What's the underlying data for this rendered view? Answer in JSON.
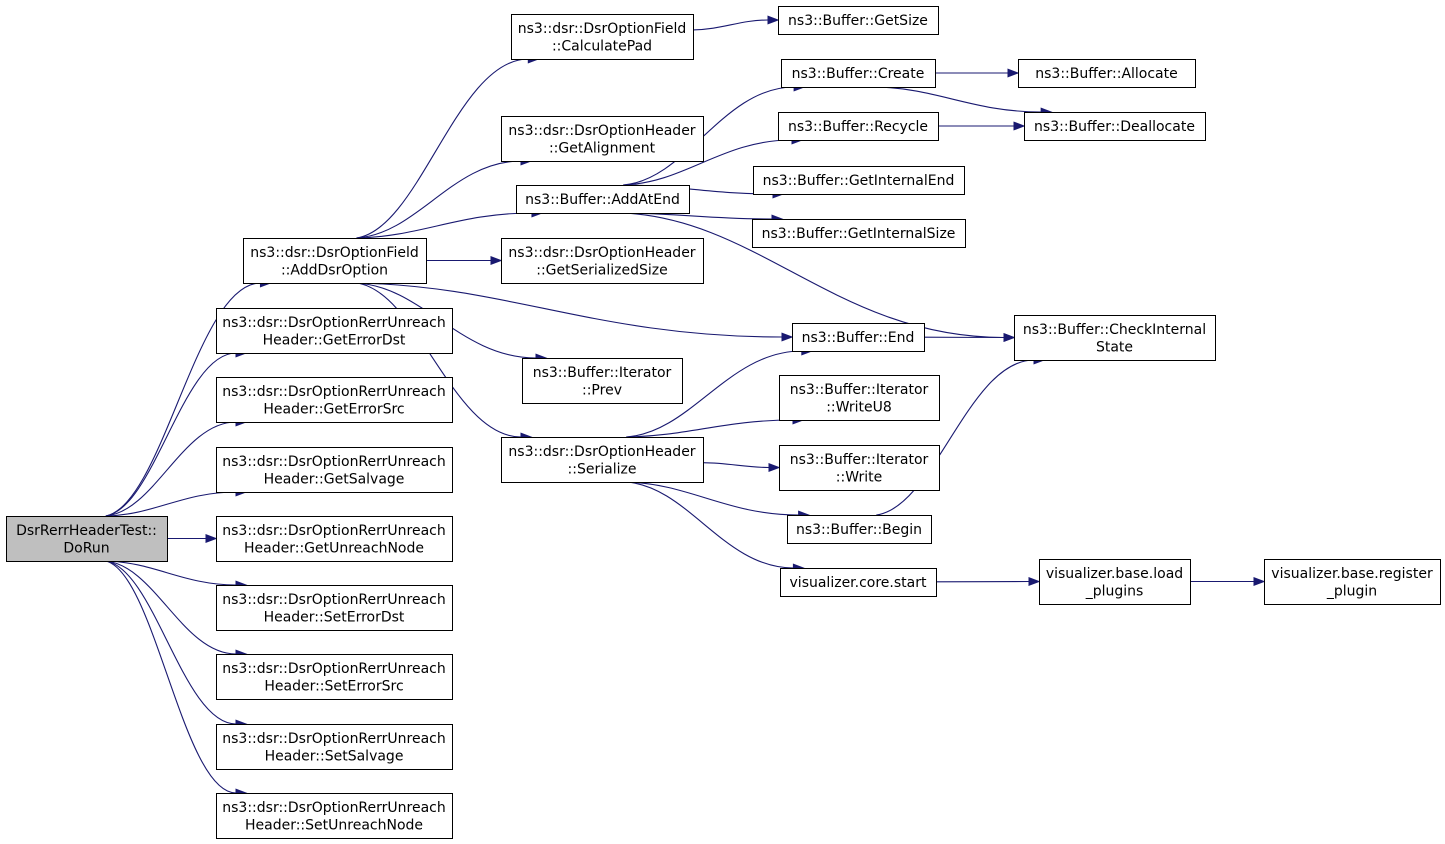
{
  "graph": {
    "colors": {
      "edge": "#191970",
      "node_border": "#000000",
      "node_fill": "#ffffff",
      "root_fill": "#bfbfbf",
      "background": "#ffffff"
    },
    "nodes": [
      {
        "id": "root",
        "lines": [
          "DsrRerrHeaderTest::",
          "DoRun"
        ],
        "root": true
      },
      {
        "id": "addDsrOption",
        "lines": [
          "ns3::dsr::DsrOptionField",
          "::AddDsrOption"
        ]
      },
      {
        "id": "getErrorDst",
        "lines": [
          "ns3::dsr::DsrOptionRerrUnreach",
          "Header::GetErrorDst"
        ]
      },
      {
        "id": "getErrorSrc",
        "lines": [
          "ns3::dsr::DsrOptionRerrUnreach",
          "Header::GetErrorSrc"
        ]
      },
      {
        "id": "getSalvage",
        "lines": [
          "ns3::dsr::DsrOptionRerrUnreach",
          "Header::GetSalvage"
        ]
      },
      {
        "id": "getUnreachNode",
        "lines": [
          "ns3::dsr::DsrOptionRerrUnreach",
          "Header::GetUnreachNode"
        ]
      },
      {
        "id": "setErrorDst",
        "lines": [
          "ns3::dsr::DsrOptionRerrUnreach",
          "Header::SetErrorDst"
        ]
      },
      {
        "id": "setErrorSrc",
        "lines": [
          "ns3::dsr::DsrOptionRerrUnreach",
          "Header::SetErrorSrc"
        ]
      },
      {
        "id": "setSalvage",
        "lines": [
          "ns3::dsr::DsrOptionRerrUnreach",
          "Header::SetSalvage"
        ]
      },
      {
        "id": "setUnreachNode",
        "lines": [
          "ns3::dsr::DsrOptionRerrUnreach",
          "Header::SetUnreachNode"
        ]
      },
      {
        "id": "calculatePad",
        "lines": [
          "ns3::dsr::DsrOptionField",
          "::CalculatePad"
        ]
      },
      {
        "id": "getAlignment",
        "lines": [
          "ns3::dsr::DsrOptionHeader",
          "::GetAlignment"
        ]
      },
      {
        "id": "addAtEnd",
        "lines": [
          "ns3::Buffer::AddAtEnd"
        ]
      },
      {
        "id": "getSerializedSize",
        "lines": [
          "ns3::dsr::DsrOptionHeader",
          "::GetSerializedSize"
        ]
      },
      {
        "id": "iterPrev",
        "lines": [
          "ns3::Buffer::Iterator",
          "::Prev"
        ]
      },
      {
        "id": "serialize",
        "lines": [
          "ns3::dsr::DsrOptionHeader",
          "::Serialize"
        ]
      },
      {
        "id": "getSize",
        "lines": [
          "ns3::Buffer::GetSize"
        ]
      },
      {
        "id": "create",
        "lines": [
          "ns3::Buffer::Create"
        ]
      },
      {
        "id": "recycle",
        "lines": [
          "ns3::Buffer::Recycle"
        ]
      },
      {
        "id": "getInternalEnd",
        "lines": [
          "ns3::Buffer::GetInternalEnd"
        ]
      },
      {
        "id": "getInternalSize",
        "lines": [
          "ns3::Buffer::GetInternalSize"
        ]
      },
      {
        "id": "end",
        "lines": [
          "ns3::Buffer::End"
        ]
      },
      {
        "id": "writeU8",
        "lines": [
          "ns3::Buffer::Iterator",
          "::WriteU8"
        ]
      },
      {
        "id": "write",
        "lines": [
          "ns3::Buffer::Iterator",
          "::Write"
        ]
      },
      {
        "id": "begin",
        "lines": [
          "ns3::Buffer::Begin"
        ]
      },
      {
        "id": "coreStart",
        "lines": [
          "visualizer.core.start"
        ]
      },
      {
        "id": "allocate",
        "lines": [
          "ns3::Buffer::Allocate"
        ]
      },
      {
        "id": "deallocate",
        "lines": [
          "ns3::Buffer::Deallocate"
        ]
      },
      {
        "id": "checkInternalState",
        "lines": [
          "ns3::Buffer::CheckInternal",
          "State"
        ]
      },
      {
        "id": "loadPlugins",
        "lines": [
          "visualizer.base.load",
          "_plugins"
        ]
      },
      {
        "id": "registerPlugin",
        "lines": [
          "visualizer.base.register",
          "_plugin"
        ]
      }
    ],
    "edges": [
      {
        "from": "root",
        "to": "addDsrOption"
      },
      {
        "from": "root",
        "to": "getErrorDst"
      },
      {
        "from": "root",
        "to": "getErrorSrc"
      },
      {
        "from": "root",
        "to": "getSalvage"
      },
      {
        "from": "root",
        "to": "getUnreachNode"
      },
      {
        "from": "root",
        "to": "setErrorDst"
      },
      {
        "from": "root",
        "to": "setErrorSrc"
      },
      {
        "from": "root",
        "to": "setSalvage"
      },
      {
        "from": "root",
        "to": "setUnreachNode"
      },
      {
        "from": "addDsrOption",
        "to": "calculatePad"
      },
      {
        "from": "addDsrOption",
        "to": "getAlignment"
      },
      {
        "from": "addDsrOption",
        "to": "addAtEnd"
      },
      {
        "from": "addDsrOption",
        "to": "getSerializedSize"
      },
      {
        "from": "addDsrOption",
        "to": "end"
      },
      {
        "from": "addDsrOption",
        "to": "iterPrev"
      },
      {
        "from": "addDsrOption",
        "to": "serialize"
      },
      {
        "from": "calculatePad",
        "to": "getSize"
      },
      {
        "from": "addAtEnd",
        "to": "create"
      },
      {
        "from": "addAtEnd",
        "to": "recycle"
      },
      {
        "from": "addAtEnd",
        "to": "getInternalEnd"
      },
      {
        "from": "addAtEnd",
        "to": "getInternalSize"
      },
      {
        "from": "addAtEnd",
        "to": "checkInternalState"
      },
      {
        "from": "create",
        "to": "allocate"
      },
      {
        "from": "create",
        "to": "deallocate"
      },
      {
        "from": "recycle",
        "to": "deallocate"
      },
      {
        "from": "end",
        "to": "checkInternalState"
      },
      {
        "from": "serialize",
        "to": "end"
      },
      {
        "from": "serialize",
        "to": "writeU8"
      },
      {
        "from": "serialize",
        "to": "write"
      },
      {
        "from": "serialize",
        "to": "begin"
      },
      {
        "from": "serialize",
        "to": "coreStart"
      },
      {
        "from": "begin",
        "to": "checkInternalState"
      },
      {
        "from": "coreStart",
        "to": "loadPlugins"
      },
      {
        "from": "loadPlugins",
        "to": "registerPlugin"
      }
    ]
  }
}
